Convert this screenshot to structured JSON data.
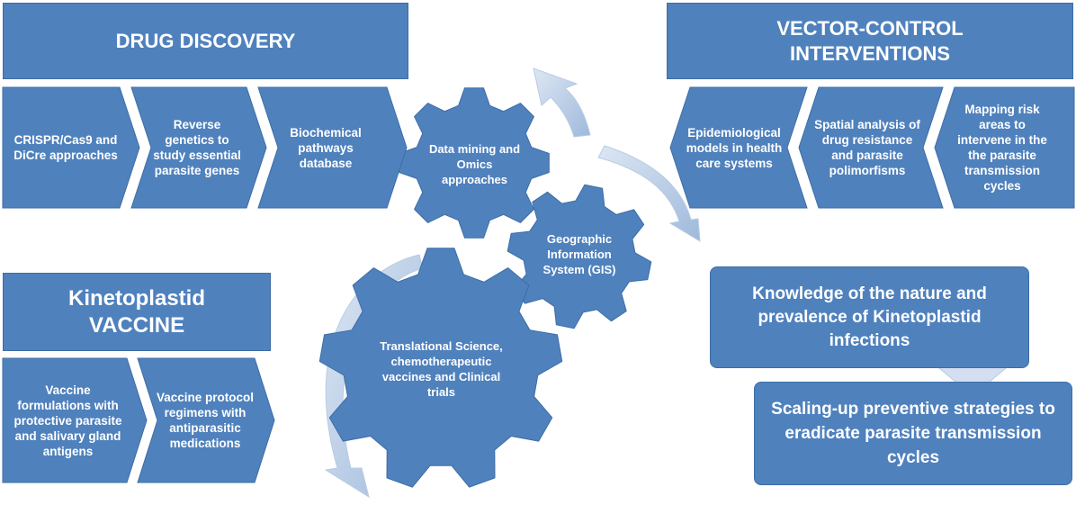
{
  "colors": {
    "box": "#4f81bd",
    "box_border": "#3d6da6",
    "arrow": "#b8cce4",
    "text": "#ffffff"
  },
  "drug_discovery": {
    "title": "DRUG DISCOVERY",
    "steps": [
      "CRISPR/Cas9 and DiCre approaches",
      "Reverse genetics to study essential parasite genes",
      "Biochemical pathways database"
    ]
  },
  "vector_control": {
    "title": "VECTOR-CONTROL INTERVENTIONS",
    "steps": [
      "Epidemiological models in health care systems",
      "Spatial analysis of drug resistance and parasite polimorfisms",
      "Mapping risk areas to intervene in the the parasite transmission cycles"
    ]
  },
  "vaccine": {
    "title": "Kinetoplastid VACCINE",
    "steps": [
      "Vaccine formulations with protective parasite and salivary gland antigens",
      "Vaccine protocol regimens with antiparasitic medications"
    ]
  },
  "gears": {
    "data_mining": "Data mining and Omics approaches",
    "gis": "Geographic Information System (GIS)",
    "translational": "Translational Science, chemotherapeutic vaccines and Clinical trials"
  },
  "outcome": {
    "knowledge": "Knowledge of the nature and prevalence of Kinetoplastid infections",
    "scaling": "Scaling-up preventive strategies to eradicate parasite transmission cycles"
  }
}
